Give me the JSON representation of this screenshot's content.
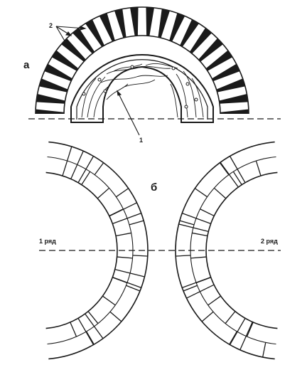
{
  "figure": {
    "panel_a_label": "а",
    "panel_b_label": "б",
    "callout_bricks": "2",
    "callout_form": "1",
    "row1_label": "1 ряд",
    "row2_label": "2 ряд"
  }
}
